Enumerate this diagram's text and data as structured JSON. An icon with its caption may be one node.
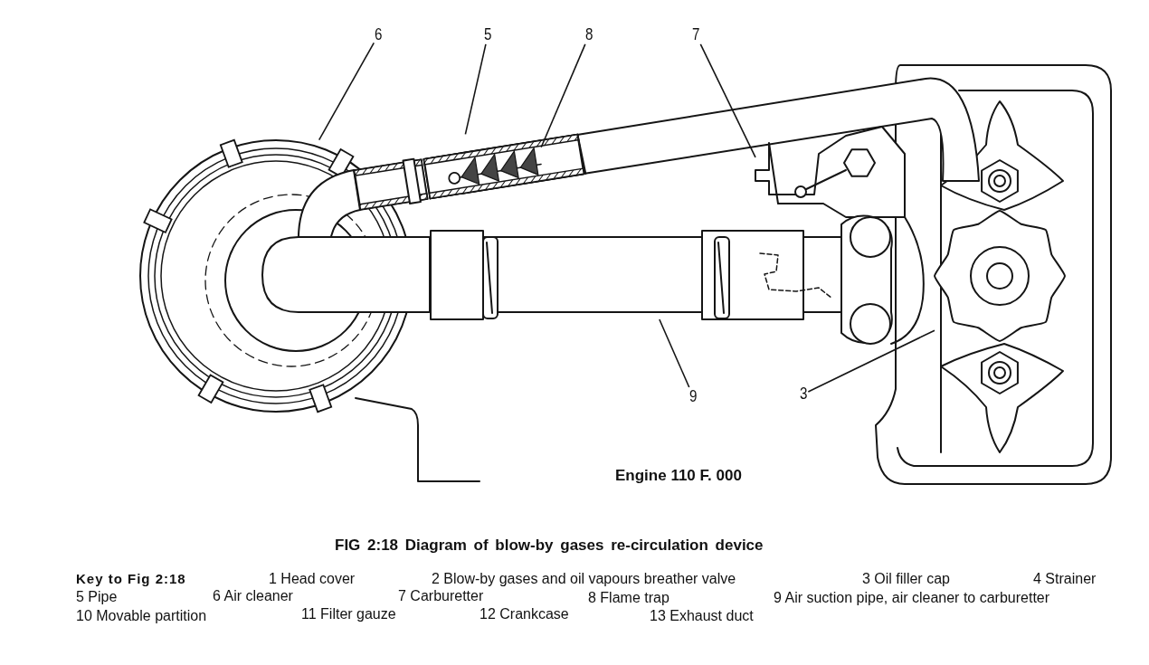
{
  "diagram": {
    "caption": "FIG 2:18 Diagram of blow-by gases re-circulation device",
    "nodes": [
      {
        "text": [
          "6"
        ]
      },
      {
        "text": [
          "5"
        ]
      },
      {
        "text": [
          "8"
        ]
      },
      {
        "text": [
          "7"
        ]
      },
      {
        "text": [
          "9"
        ]
      },
      {
        "text": [
          "3"
        ]
      },
      {
        "text": [],
        "shape": "circle"
      },
      {
        "text": [],
        "shape": "bar"
      },
      {
        "text": [],
        "shape": "picture",
        "in": 7
      },
      {
        "text": [],
        "shape": "picture"
      },
      {
        "text": [],
        "shape": "bar"
      },
      {
        "text": [],
        "shape": "picture"
      }
    ],
    "edges": [
      {
        "from": 0,
        "to": 6,
        "arrow": "none"
      },
      {
        "from": 1,
        "to": 7,
        "arrow": "none"
      },
      {
        "from": 2,
        "to": 8,
        "arrow": "none"
      },
      {
        "from": 3,
        "to": 9,
        "arrow": "none"
      },
      {
        "from": 4,
        "to": 10,
        "arrow": "none"
      },
      {
        "from": 5,
        "to": 11,
        "arrow": "none"
      }
    ],
    "labels": [
      "Engine 110 F. 000",
      "Key to Fig 2:18",
      "1 Head cover",
      "2 Blow-by gases and oil vapours breather valve",
      "3 Oil filler cap",
      "4 Strainer",
      "5 Pipe",
      "6 Air cleaner",
      "7 Carburetter",
      "8 Flame trap",
      "9 Air suction pipe, air cleaner to carburetter",
      "10 Movable partition",
      "11 Filter gauze",
      "12 Crankcase",
      "13 Exhaust duct"
    ]
  }
}
